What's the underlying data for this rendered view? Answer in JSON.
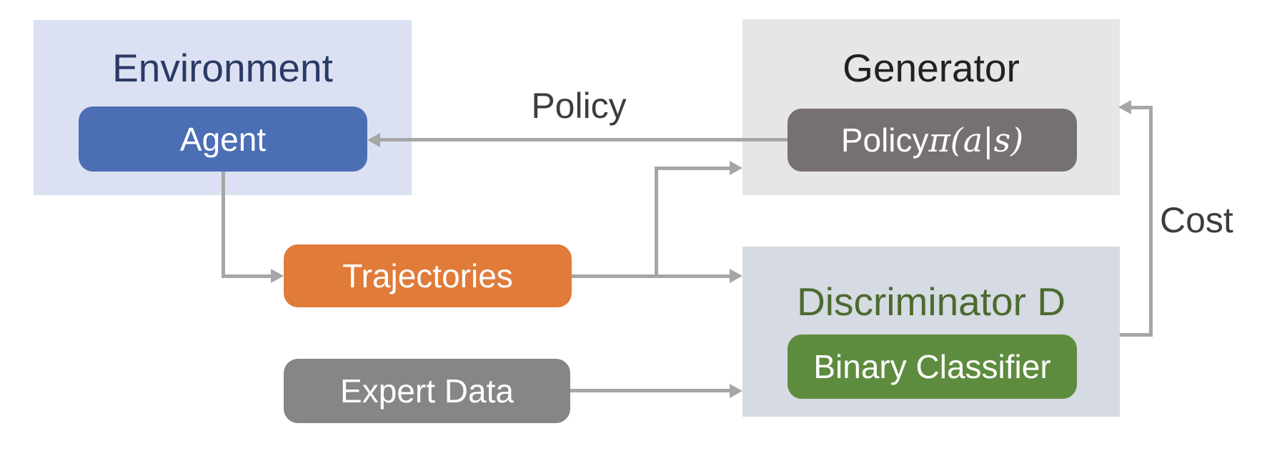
{
  "colors": {
    "env-bg": "#dbe1f2",
    "env-title": "#2a3a64",
    "agent-bg": "#4c6eb5",
    "gen-bg": "#e6e6e5",
    "gen-title": "#212121",
    "gray-node-bg": "#767170",
    "expert-bg": "#868686",
    "disc-bg": "#d6dae2",
    "disc-title": "#4b6b2e",
    "green-node-bg": "#5e8c3e",
    "orange-node-bg": "#e07b3a",
    "arrow": "#a6a6a6",
    "label-text": "#3d3d3d",
    "node-text": "#ffffff"
  },
  "environment": {
    "title": "Environment",
    "node_label": "Agent"
  },
  "generator": {
    "title": "Generator",
    "node_label_prefix": "Policy ",
    "node_label_math": "π(a|s)"
  },
  "discriminator": {
    "title": "Discriminator D",
    "node_label": "Binary Classifier"
  },
  "nodes": {
    "trajectories": "Trajectories",
    "expert_data": "Expert Data"
  },
  "edge_labels": {
    "policy": "Policy",
    "cost": "Cost"
  }
}
